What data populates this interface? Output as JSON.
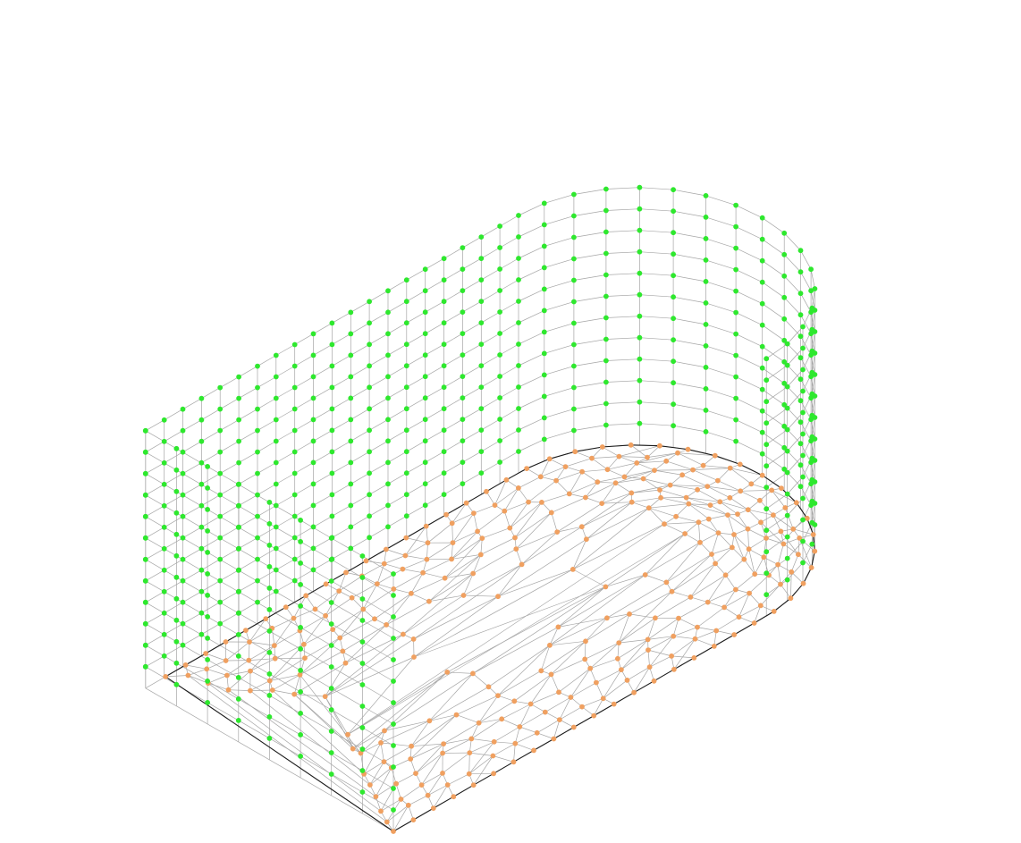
{
  "scene": {
    "background": "#ffffff",
    "edge_color": "#a6a6a6",
    "boundary_color": "#1a1a1a",
    "wall_node_color": "#2ee82e",
    "floor_node_color": "#f0a060",
    "node_icons": {
      "wall": "green-mesh-node-icon",
      "floor": "orange-mesh-node-icon"
    },
    "geometry": {
      "straight_length": 14,
      "radius": 4.5,
      "wall_height": 6,
      "wall_columns_straight": 20,
      "wall_columns_arc": 16,
      "wall_rows": 12,
      "floor_extra_rings": 4
    }
  }
}
